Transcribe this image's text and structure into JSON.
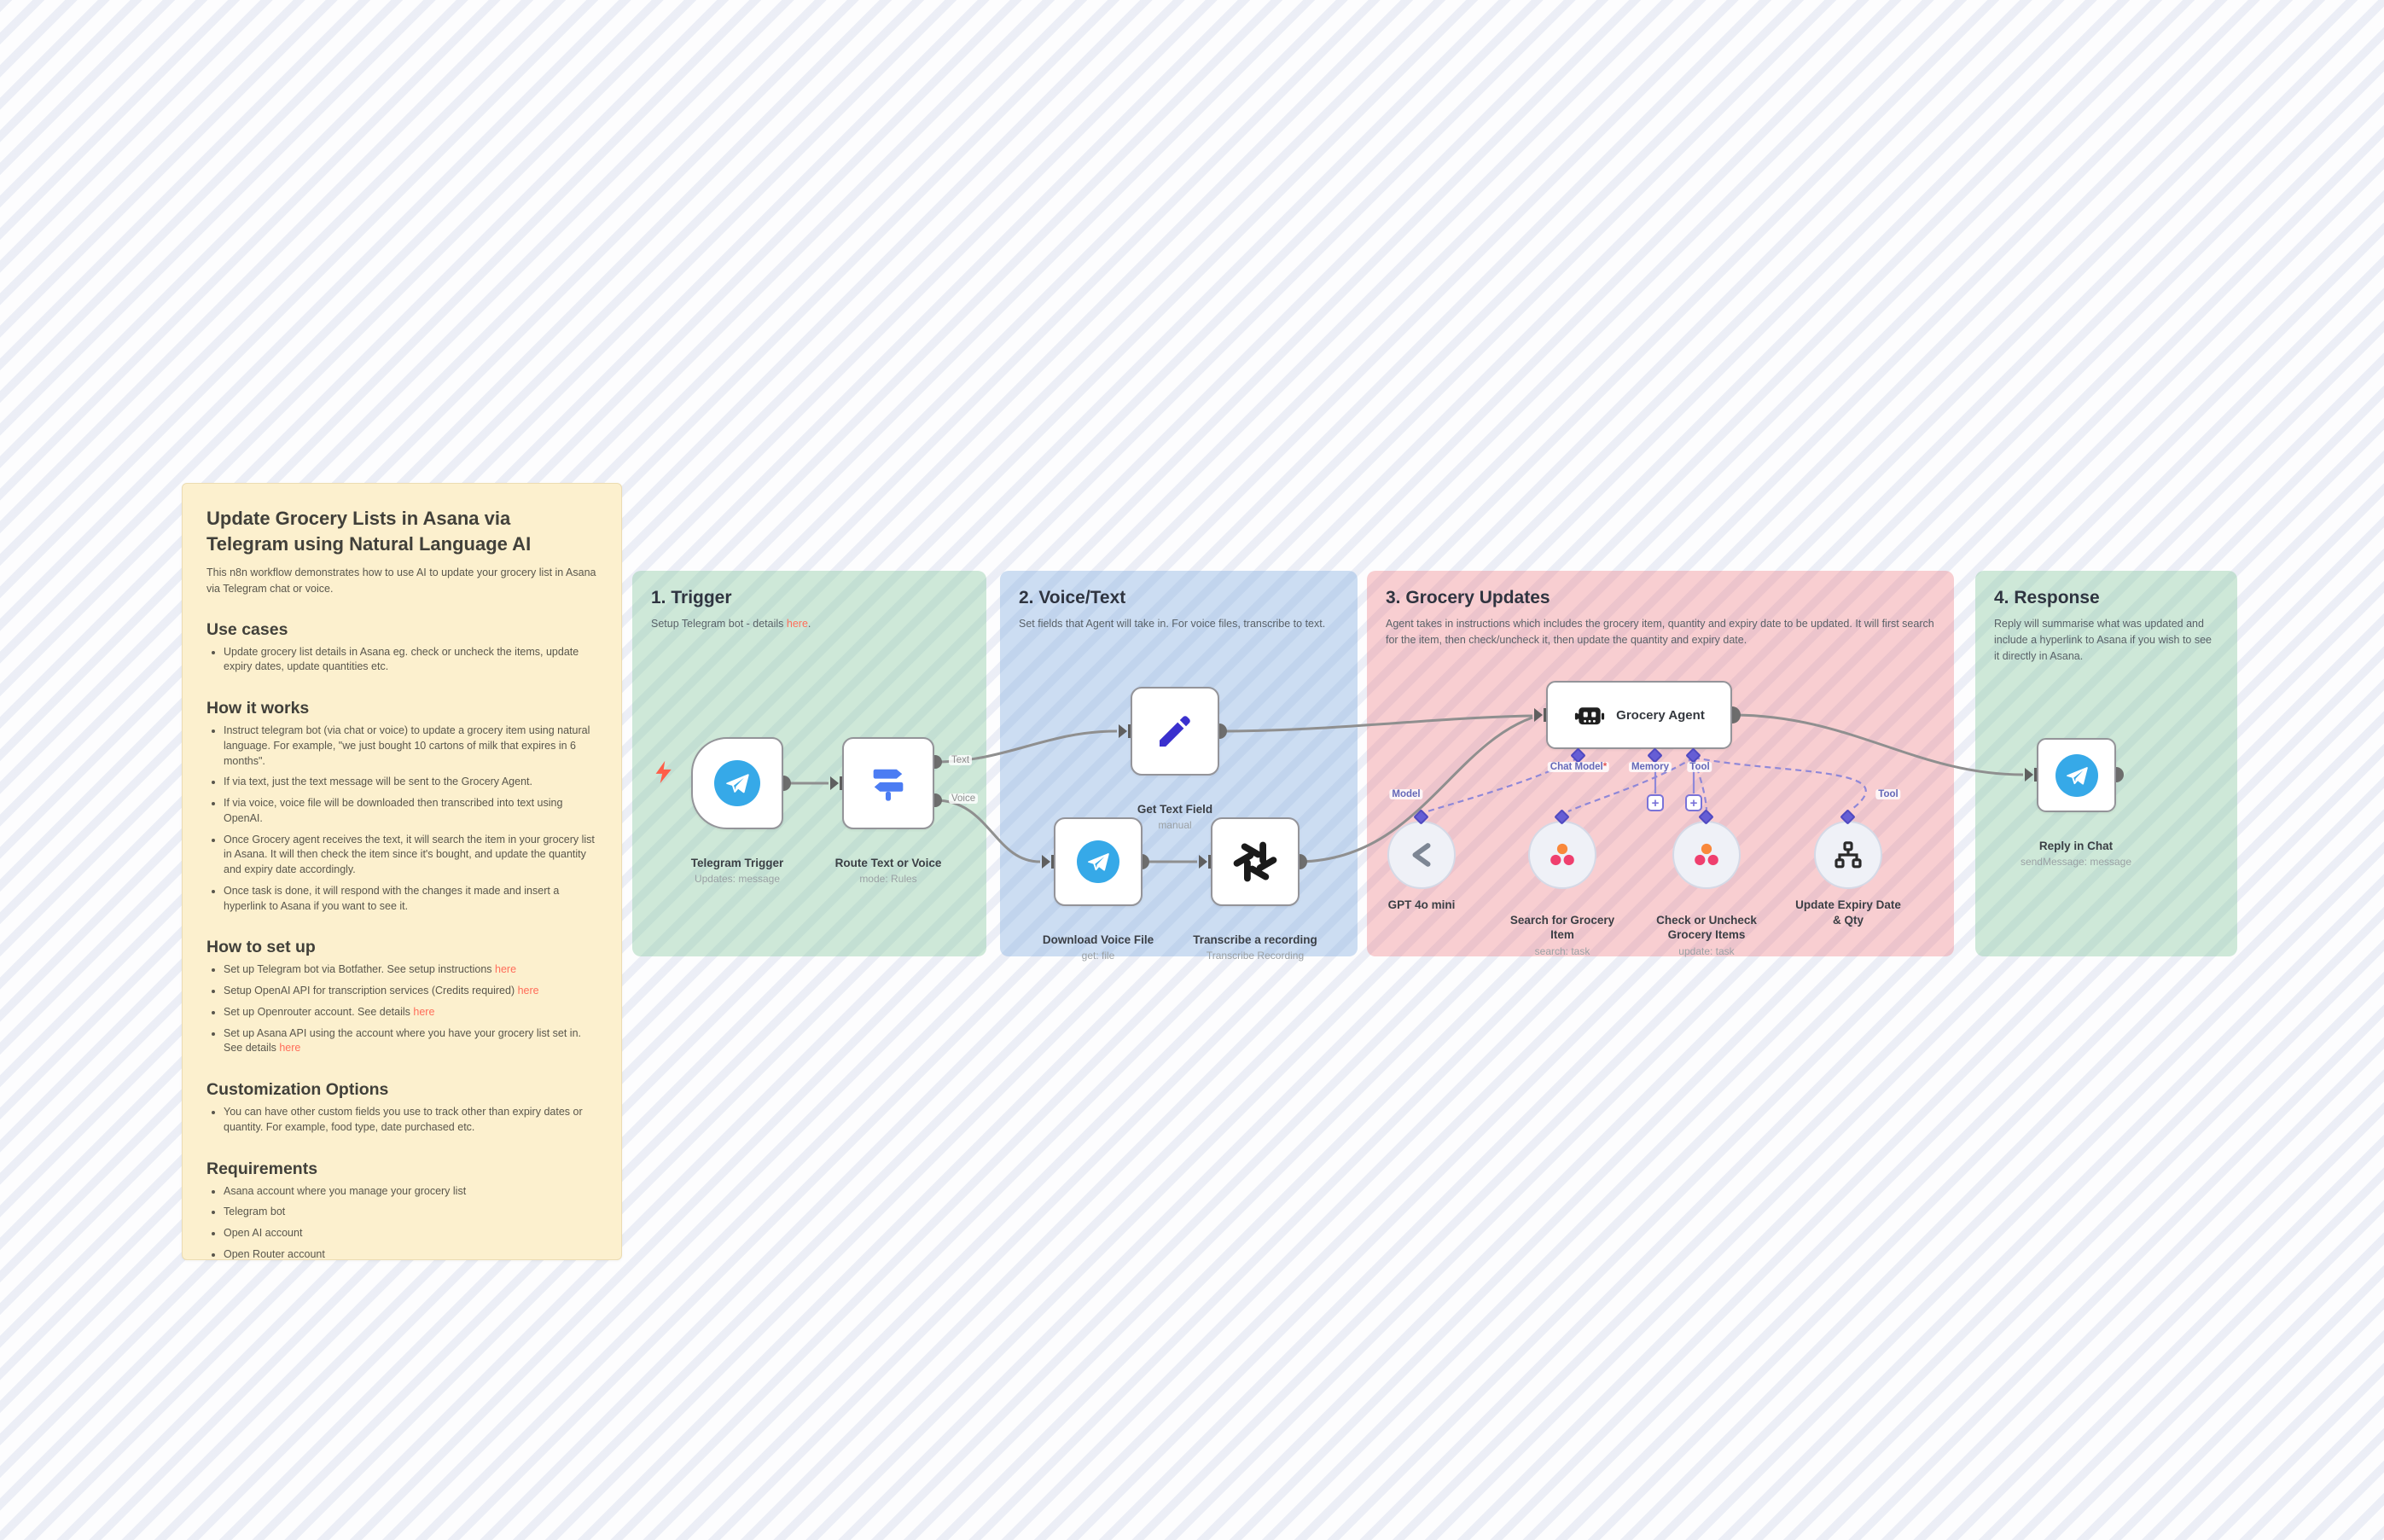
{
  "sticky": {
    "title": "Update Grocery Lists in Asana via Telegram using Natural Language AI",
    "intro": "This n8n workflow demonstrates how to use AI to update your grocery list in Asana via Telegram chat or voice.",
    "sections": [
      {
        "heading": "Use cases",
        "bullets": [
          {
            "text": "Update grocery list details in Asana eg. check or uncheck the items, update expiry dates, update quantities etc."
          }
        ]
      },
      {
        "heading": "How it works",
        "bullets": [
          {
            "text": "Instruct telegram bot (via chat or voice) to update a grocery item using natural language. For example, \"we just bought 10 cartons of milk that expires in 6 months\"."
          },
          {
            "text": "If via text, just the text message will be sent to the Grocery Agent."
          },
          {
            "text": "If via voice, voice file will be downloaded then transcribed into text using OpenAI."
          },
          {
            "text": "Once Grocery agent receives the text, it will search the item in your grocery list in Asana. It will then check the item since it's bought, and update the quantity and expiry date accordingly."
          },
          {
            "text": "Once task is done, it will respond with the changes it made and insert a hyperlink to Asana if you want to see it."
          }
        ]
      },
      {
        "heading": "How to set up",
        "bullets": [
          {
            "text": "Set up Telegram bot via Botfather. See setup instructions ",
            "link": "here"
          },
          {
            "text": "Setup OpenAI API for transcription services (Credits required) ",
            "link": "here"
          },
          {
            "text": "Set up Openrouter account. See details ",
            "link": "here"
          },
          {
            "text": "Set up Asana API using the account where you have your grocery list set in. See details ",
            "link": "here"
          }
        ]
      },
      {
        "heading": "Customization Options",
        "bullets": [
          {
            "text": "You can have other custom fields you use to track other than expiry dates or quantity. For example, food type, date purchased etc."
          }
        ]
      },
      {
        "heading": "Requirements",
        "bullets": [
          {
            "text": "Asana account where you manage your grocery list"
          },
          {
            "text": "Telegram bot"
          },
          {
            "text": "Open AI account"
          },
          {
            "text": "Open Router account"
          }
        ]
      }
    ]
  },
  "panels": {
    "trigger": {
      "title": "1. Trigger",
      "desc_before": "Setup Telegram bot - details ",
      "link_label": "here",
      "desc_after": "."
    },
    "voice": {
      "title": "2. Voice/Text",
      "desc": "Set fields that Agent will take in. For voice files, transcribe to text."
    },
    "grocery": {
      "title": "3. Grocery Updates",
      "desc": "Agent takes in instructions which includes the grocery item, quantity and expiry date to be updated. It will first search for the item, then check/uncheck it, then update the quantity and expiry date."
    },
    "response": {
      "title": "4. Response",
      "desc": "Reply will summarise what was updated and include a hyperlink to Asana if you wish to see it directly in Asana."
    }
  },
  "nodes": {
    "telegram_trigger": {
      "label": "Telegram Trigger",
      "sub": "Updates: message"
    },
    "route": {
      "label": "Route Text or Voice",
      "sub": "mode: Rules",
      "out_text": "Text",
      "out_voice": "Voice"
    },
    "get_text": {
      "label": "Get Text Field",
      "sub": "manual"
    },
    "download_voice": {
      "label": "Download Voice File",
      "sub": "get: file"
    },
    "transcribe": {
      "label": "Transcribe a recording",
      "sub": "Transcribe Recording"
    },
    "agent": {
      "label": "Grocery Agent",
      "port_chat_model": "Chat Model",
      "port_required_star": "*",
      "port_memory": "Memory",
      "port_tool": "Tool"
    },
    "gpt": {
      "label": "GPT 4o mini",
      "port_label": "Model"
    },
    "search_item": {
      "label": "Search for Grocery\nItem",
      "sub": "search: task"
    },
    "check_items": {
      "label": "Check or Uncheck\nGrocery Items",
      "sub": "update: task"
    },
    "update_expiry": {
      "label": "Update Expiry Date\n& Qty",
      "tool_label": "Tool"
    },
    "reply": {
      "label": "Reply in Chat",
      "sub": "sendMessage: message"
    },
    "plus": "+"
  },
  "colors": {
    "link_accent": "#ff6d5a",
    "telegram_blue": "#36a9e8",
    "route_icon_blue": "#4b7cf3",
    "pencil_blue": "#3a30ce",
    "openai_black": "#1a1a1a",
    "agent_purple": "#665ed5",
    "asana_orange": "#f9883b",
    "asana_pink": "#ef3f6e",
    "panel_green": "#d9eee1",
    "panel_blue": "#dae8f7",
    "panel_pink": "#f8dadd",
    "sticky_yellow": "#fcf0ce",
    "wire_gray": "#8f8f8f"
  }
}
